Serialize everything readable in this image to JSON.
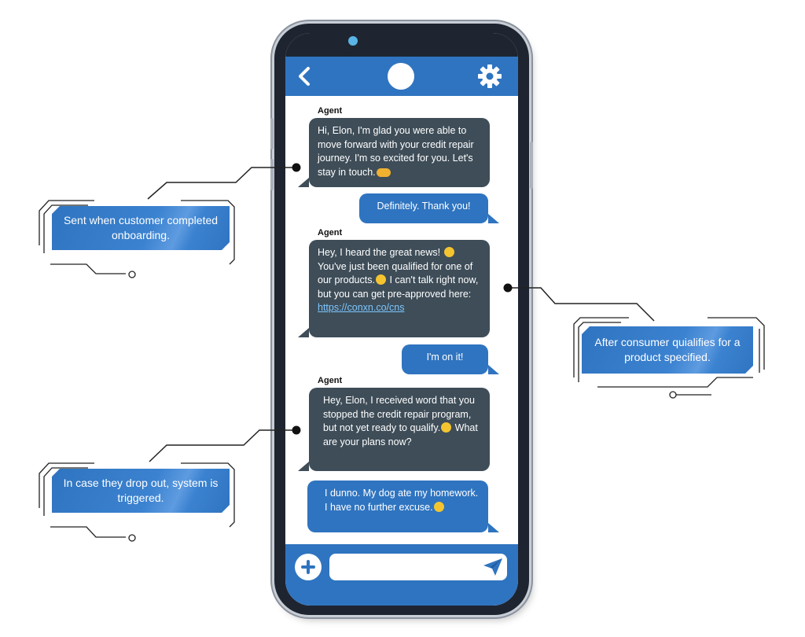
{
  "colors": {
    "accent_blue": "#2f74c0",
    "agent_bubble": "#3e4d58",
    "phone_body": "#1e2530",
    "link": "#7dc6ff"
  },
  "icons": {
    "back": "chevron-left-icon",
    "settings": "gear-icon",
    "add": "plus-icon",
    "send": "paper-plane-icon"
  },
  "chat": {
    "messages": [
      {
        "sender": "Agent",
        "text": "Hi, Elon, I'm glad you were able to move forward with your credit repair journey. I'm so excited for you. Let's stay in touch."
      },
      {
        "text": "Definitely. Thank you!"
      },
      {
        "sender": "Agent",
        "text_1": "Hey, I heard the great news!",
        "text_2": "You've just been qualified for one of our products.",
        "text_3": "I can't talk right now, but you can get pre-approved here:",
        "link": "https://conxn.co/cns"
      },
      {
        "text": "I'm on it!"
      },
      {
        "sender": "Agent",
        "text_1": "Hey, Elon, I received word that you stopped the credit repair program, but not yet ready to qualify.",
        "text_2": "What are your plans now?"
      },
      {
        "text": "I dunno. My dog ate my homework. I have no further excuse."
      }
    ],
    "input_placeholder": ""
  },
  "annotations": [
    {
      "text": "Sent when customer completed onboarding."
    },
    {
      "text": "After consumer quialifies for a product specified."
    },
    {
      "text": "In case they drop out, system is triggered."
    }
  ]
}
